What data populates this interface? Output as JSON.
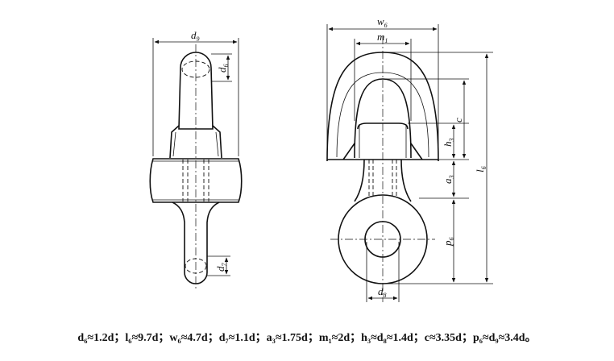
{
  "left_view": {
    "labels": {
      "d9": {
        "main": "d",
        "sub": "9"
      },
      "d6": {
        "main": "d",
        "sub": "6"
      },
      "d7": {
        "main": "d",
        "sub": "7"
      }
    }
  },
  "right_view": {
    "labels": {
      "w6": {
        "main": "w",
        "sub": "6"
      },
      "m1": {
        "main": "m",
        "sub": "1"
      },
      "c": {
        "main": "c",
        "sub": ""
      },
      "h3": {
        "main": "h",
        "sub": "3"
      },
      "a3": {
        "main": "a",
        "sub": "3"
      },
      "l6": {
        "main": "l",
        "sub": "6"
      },
      "p6": {
        "main": "p",
        "sub": "6"
      },
      "d8": {
        "main": "d",
        "sub": "8"
      }
    }
  },
  "formula": "d₆≈1.2d；l₆≈9.7d；w₆≈4.7d；d₇≈1.1d；a₃≈1.75d；m₁≈2d；h₃≈d₈≈1.4d；c≈3.35d；p₆≈d₉≈3.4d。"
}
